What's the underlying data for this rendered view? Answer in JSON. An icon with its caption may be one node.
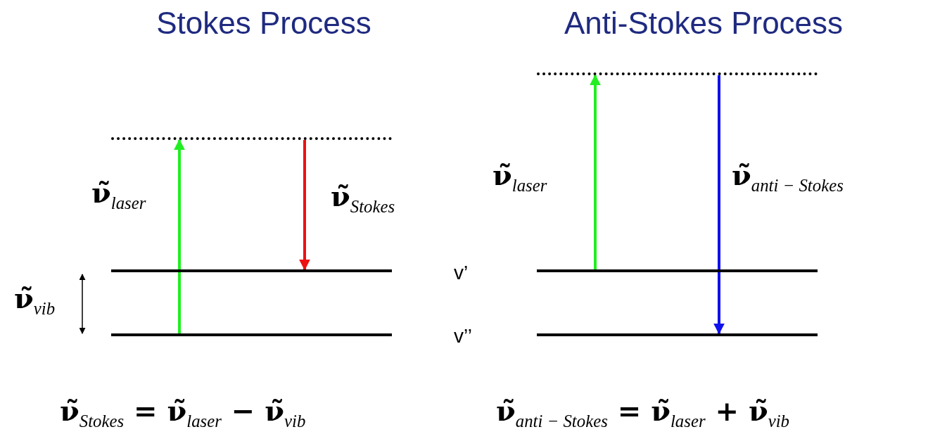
{
  "diagram": {
    "nodes": [
      {
        "text": [],
        "shape": "bar"
      },
      {
        "text": [],
        "shape": "bar"
      },
      {
        "text": [],
        "shape": "bar"
      },
      {
        "text": [],
        "shape": "bar"
      },
      {
        "text": [],
        "shape": "bar"
      },
      {
        "text": [],
        "shape": "bar"
      }
    ],
    "edges": [
      {
        "from": 2,
        "to": 0,
        "arrow": "to",
        "color": "#22ee22",
        "label": "ν̃$_{laser}$"
      },
      {
        "from": 0,
        "to": 1,
        "arrow": "to",
        "color": "#ee1111",
        "label": "ν̃$_{Stokes}$"
      },
      {
        "from": 4,
        "to": 3,
        "arrow": "to",
        "color": "#22ee22",
        "label": "ν̃$_{laser}$"
      },
      {
        "from": 3,
        "to": 5,
        "arrow": "to",
        "color": "#1111ee",
        "label": "ν̃$_{anti − Stokes}$"
      }
    ],
    "labels": [
      "Stokes Process",
      "Anti-Stokes Process",
      "ν̃$_{vib}$",
      "v’",
      "v’’",
      "ν̃$_{Stokes}$ = ν̃$_{laser}$ − ν̃$_{vib}$",
      "ν̃$_{anti − Stokes}$ = ν̃$_{laser}$ + ν̃$_{vib}$"
    ]
  }
}
